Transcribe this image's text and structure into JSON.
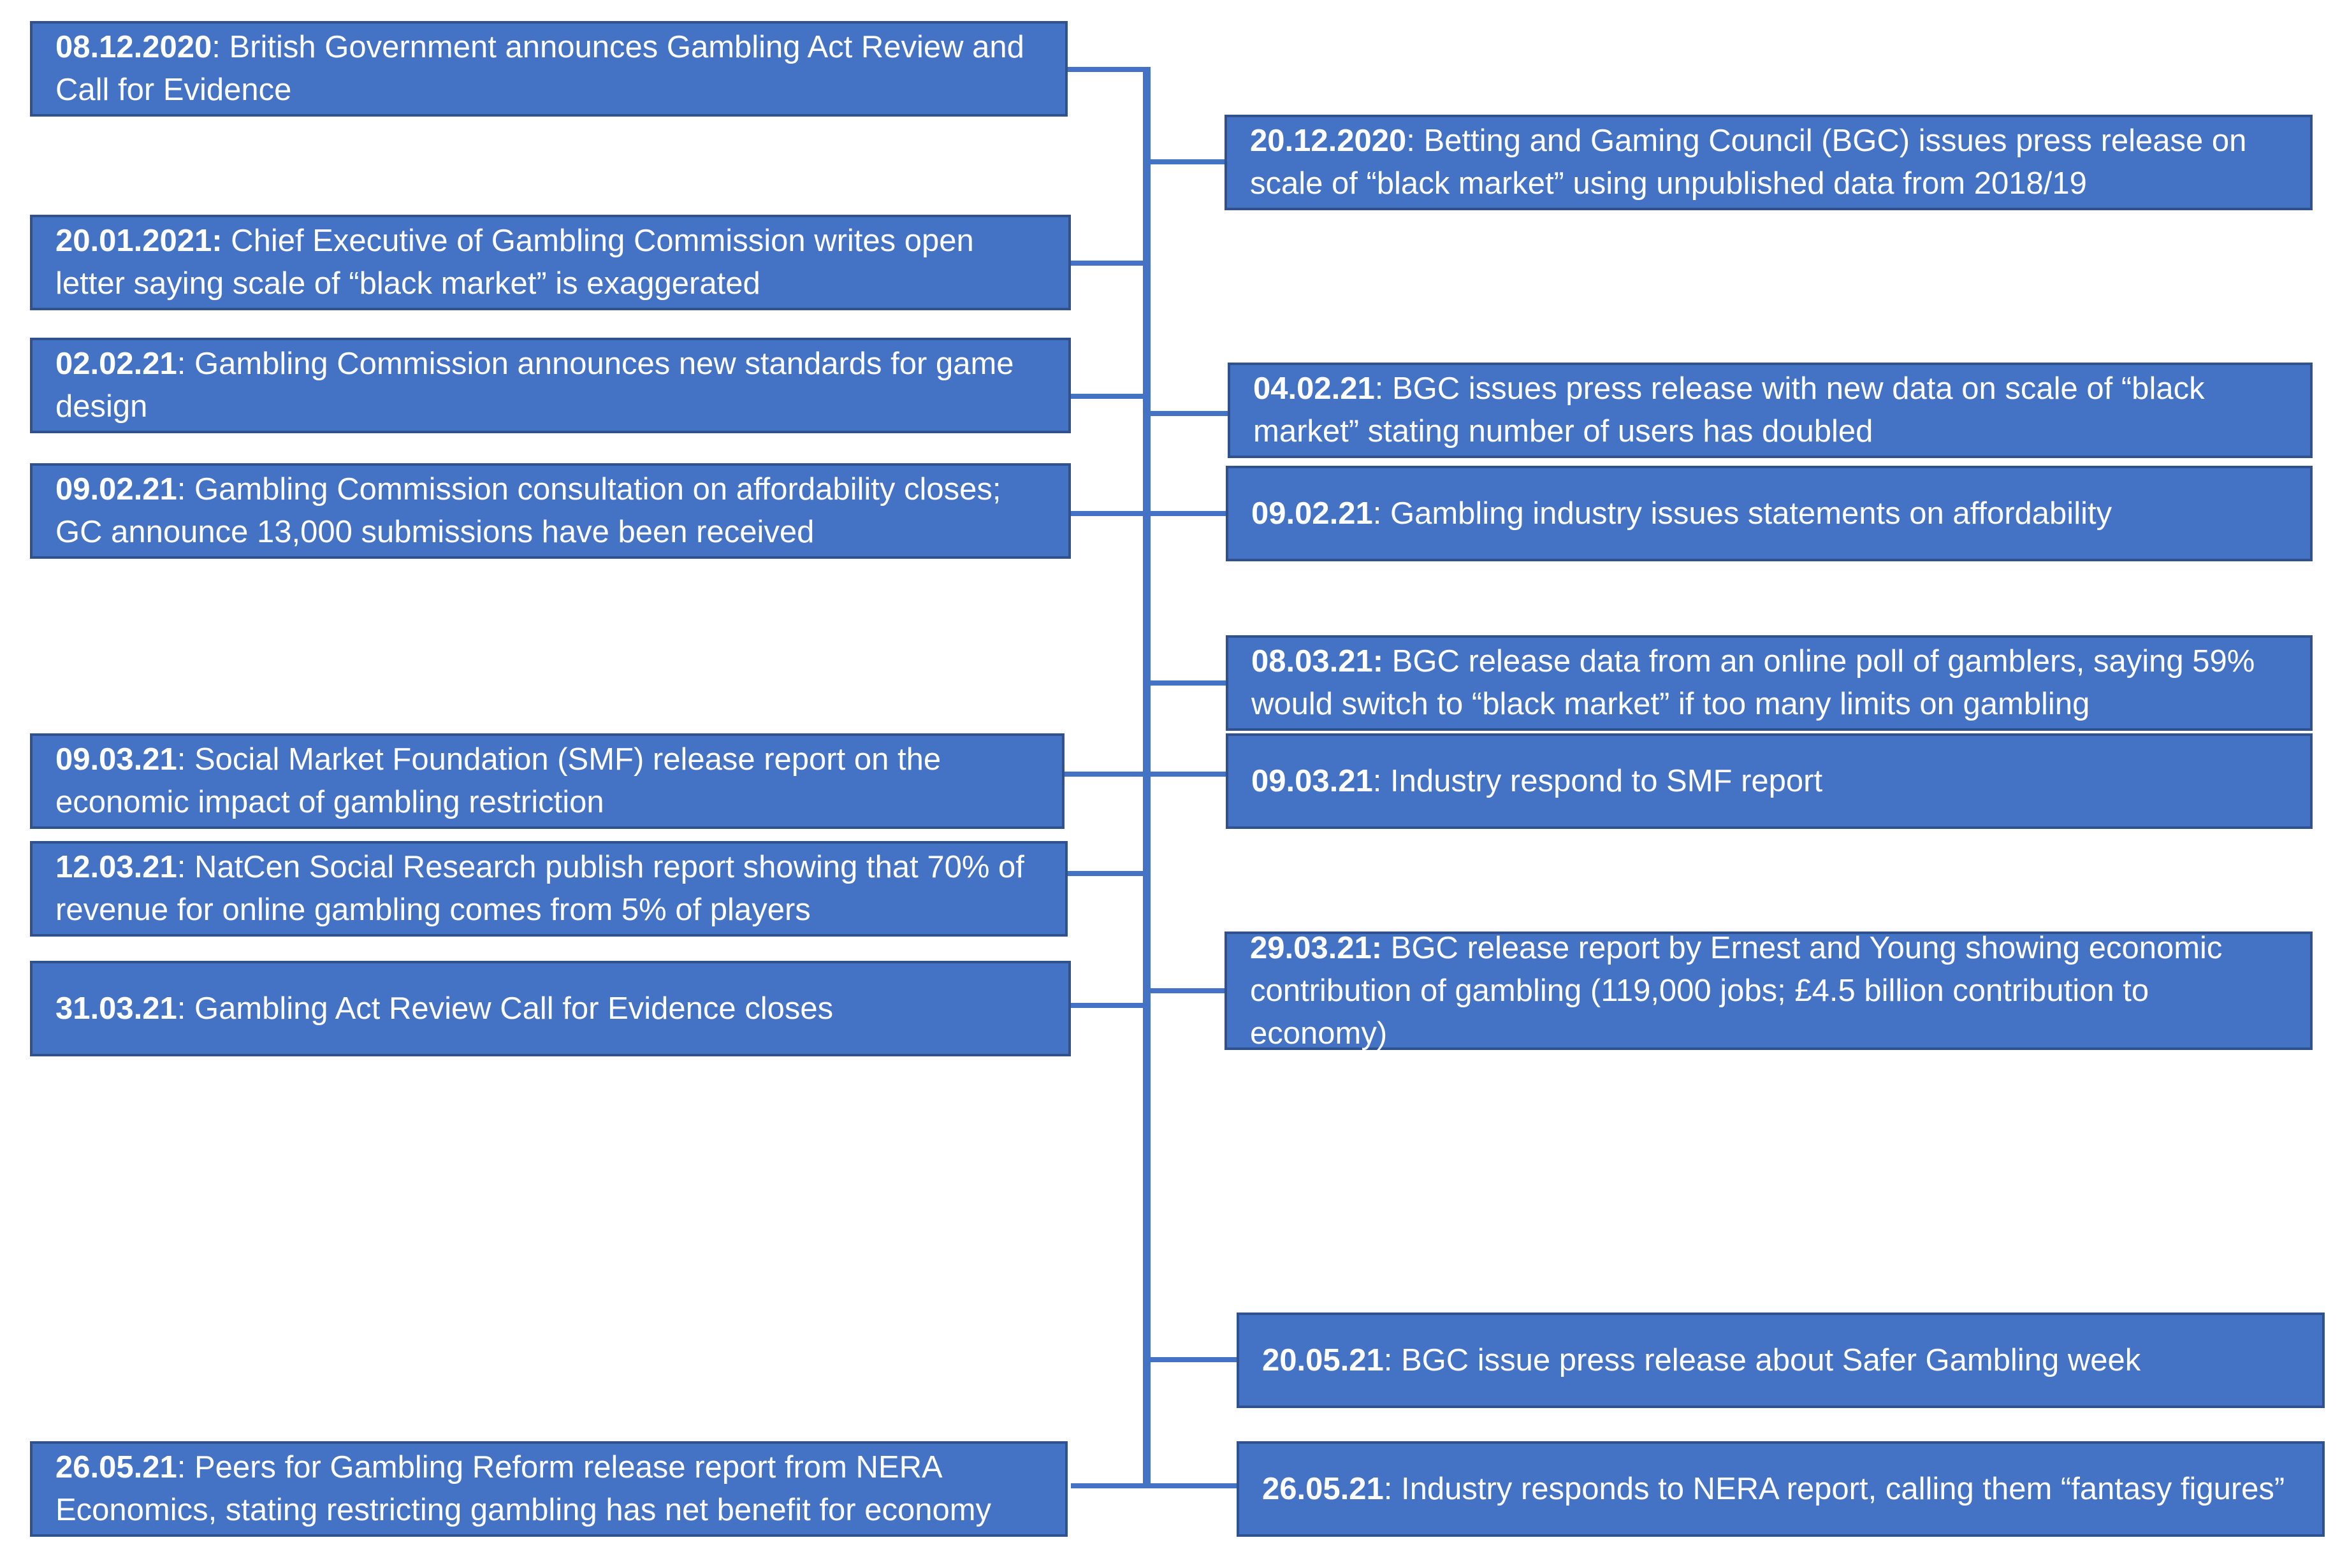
{
  "timeline": {
    "left_events": [
      {
        "date": "08.12.2020",
        "text": ": British Government announces Gambling Act Review and Call for Evidence"
      },
      {
        "date": "20.01.2021:",
        "text": " Chief Executive of Gambling Commission writes open letter saying scale of “black market” is exaggerated"
      },
      {
        "date": "02.02.21",
        "text": ": Gambling Commission announces new standards for game design"
      },
      {
        "date": "09.02.21",
        "text": ": Gambling Commission consultation on affordability closes; GC announce 13,000 submissions have been received"
      },
      {
        "date": "09.03.21",
        "text": ": Social Market Foundation (SMF) release report on the economic impact of gambling restriction"
      },
      {
        "date": "12.03.21",
        "text": ": NatCen Social Research publish report showing that 70% of revenue for online gambling comes from 5% of players"
      },
      {
        "date": "31.03.21",
        "text": ": Gambling Act Review Call for Evidence closes"
      },
      {
        "date": "26.05.21",
        "text": ": Peers for Gambling Reform release report from NERA Economics, stating restricting gambling has net benefit for economy"
      }
    ],
    "right_events": [
      {
        "date": "20.12.2020",
        "text": ": Betting and Gaming Council (BGC) issues press release on scale of “black market” using unpublished data from 2018/19"
      },
      {
        "date": "04.02.21",
        "text": ": BGC issues press release with new data on scale of “black market” stating number of users has doubled"
      },
      {
        "date": "09.02.21",
        "text": ": Gambling industry issues statements on affordability"
      },
      {
        "date": "08.03.21:",
        "text": " BGC release data from an online poll of gamblers, saying 59% would switch to “black market” if too many limits on gambling"
      },
      {
        "date": "09.03.21",
        "text": ": Industry respond to SMF report"
      },
      {
        "date": "29.03.21:",
        "text": " BGC release report by Ernest and Young showing economic contribution of gambling (119,000 jobs; £4.5 billion contribution to economy)"
      },
      {
        "date": "20.05.21",
        "text": ": BGC issue press release about Safer Gambling week"
      },
      {
        "date": "26.05.21",
        "text": ": Industry responds to NERA report, calling them “fantasy figures”"
      }
    ]
  },
  "colors": {
    "box_fill": "#4472c4",
    "box_border": "#2f528f",
    "connector": "#4472c4",
    "text": "#ffffff"
  }
}
